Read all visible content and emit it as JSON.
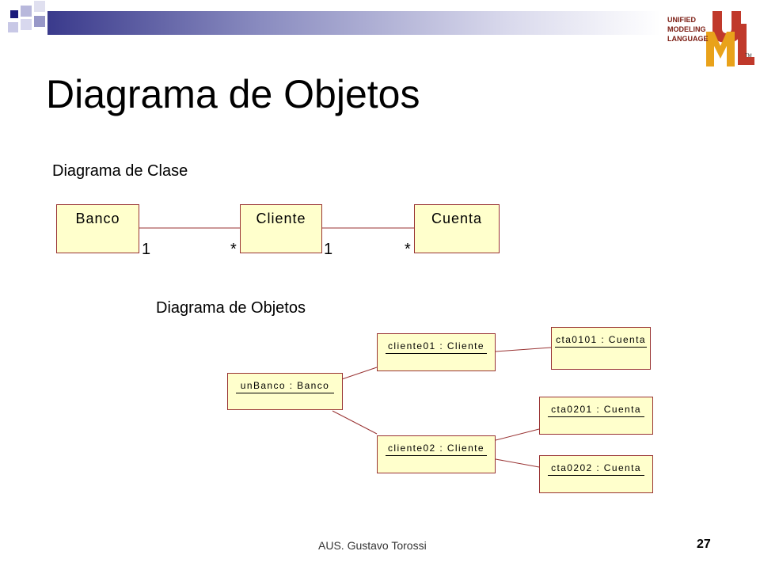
{
  "slide": {
    "title": "Diagrama de Objetos",
    "footer": "AUS. Gustavo Torossi",
    "page_number": "27"
  },
  "logo": {
    "line1": "UNIFIED",
    "line2": "MODELING",
    "line3": "LANGUAGE",
    "tm": "TM",
    "letters": "UML"
  },
  "class_diagram": {
    "heading": "Diagrama de Clase",
    "classes": [
      "Banco",
      "Cliente",
      "Cuenta"
    ],
    "multiplicities": [
      "1",
      "*",
      "1",
      "*"
    ]
  },
  "object_diagram": {
    "heading": "Diagrama de Objetos",
    "objects": {
      "banco": "unBanco : Banco",
      "cliente01": "cliente01 : Cliente",
      "cliente02": "cliente02 : Cliente",
      "cta0101": "cta0101 : Cuenta",
      "cta0201": "cta0201 : Cuenta",
      "cta0202": "cta0202 : Cuenta"
    }
  },
  "colors": {
    "box_fill": "#ffffcc",
    "box_border": "#993333",
    "title_bar_dark": "#3a3a8c",
    "logo_orange": "#e9a21a",
    "logo_red": "#c0392b"
  }
}
